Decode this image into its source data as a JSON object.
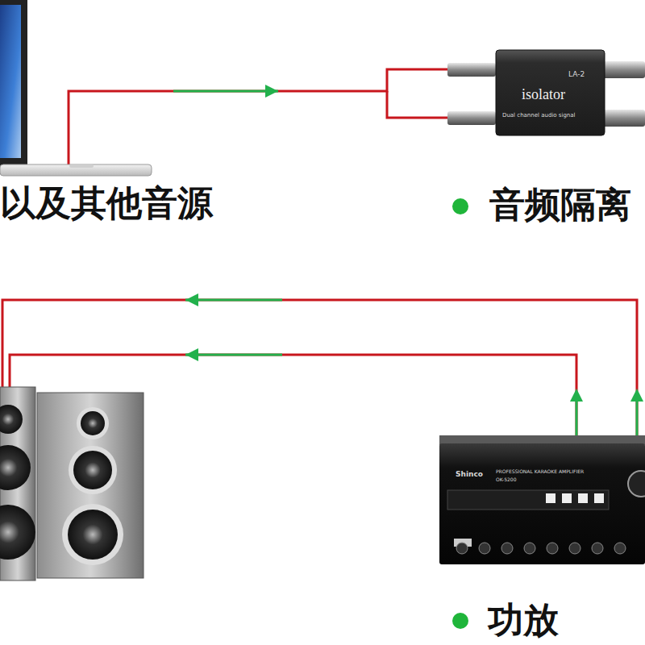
{
  "diagram": {
    "nodes": [
      {
        "text": [
          "以及其他音源"
        ]
      },
      {
        "text": [
          "LA-2",
          "isolator",
          "Dual channel audio signal",
          "音频隔离"
        ]
      },
      {
        "text": []
      },
      {
        "text": [
          "Shinco",
          "PROFESSIONAL KARAOKE AMPLIFIER",
          "OK-5200",
          "功放"
        ]
      }
    ],
    "edges": [
      {
        "from": 0,
        "to": 1,
        "arrow": "to"
      },
      {
        "from": 3,
        "to": 2,
        "arrow": "to"
      },
      {
        "from": 3,
        "to": 2,
        "arrow": "to"
      }
    ]
  }
}
